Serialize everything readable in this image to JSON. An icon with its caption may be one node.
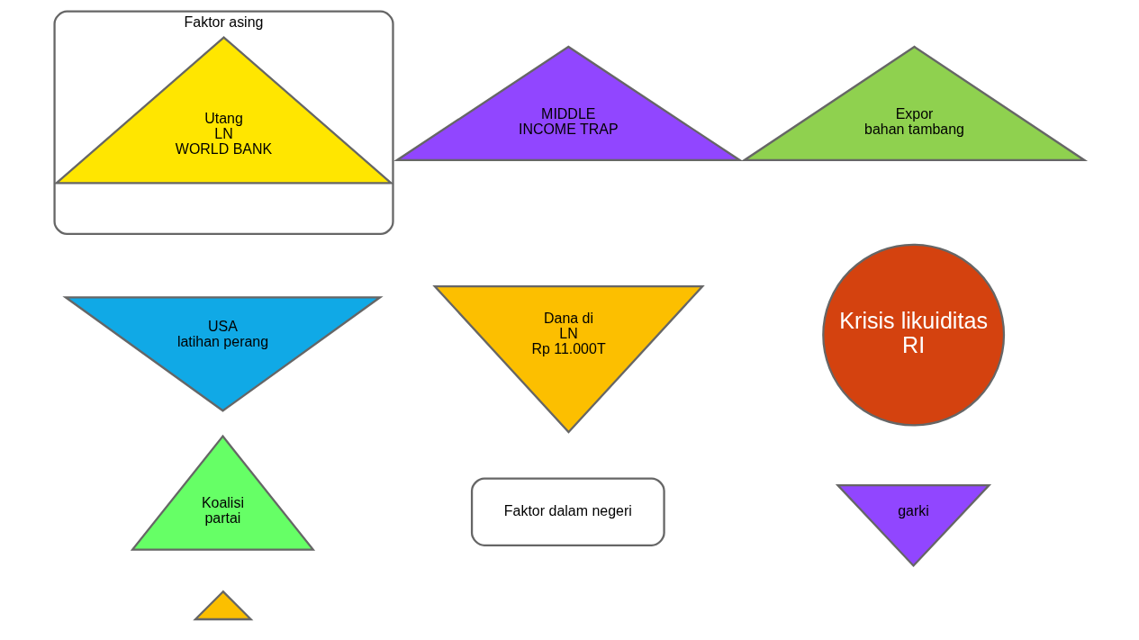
{
  "diagram": {
    "nodes": [
      {
        "text": [
          "Faktor asing"
        ]
      },
      {
        "text": [
          "Expor",
          "bahan tambang"
        ]
      },
      {
        "text": [
          "USA",
          "latihan perang"
        ]
      },
      {
        "text": [
          "Koalisi",
          "partai"
        ]
      },
      {
        "text": [
          "Utang",
          "LN",
          "WORLD BANK"
        ],
        "in": 0
      },
      {
        "text": [
          "Krisis likuiditas",
          "RI"
        ]
      },
      {
        "text": [
          "MIDDLE",
          "INCOME TRAP"
        ]
      },
      {
        "text": [
          "Faktor dalam negeri"
        ]
      },
      {
        "text": [
          "Dana di",
          "LN",
          "Rp 11.000T"
        ]
      },
      {
        "text": [
          "garki"
        ]
      },
      {
        "text": [],
        "shape": "triangle"
      }
    ],
    "edges": []
  }
}
